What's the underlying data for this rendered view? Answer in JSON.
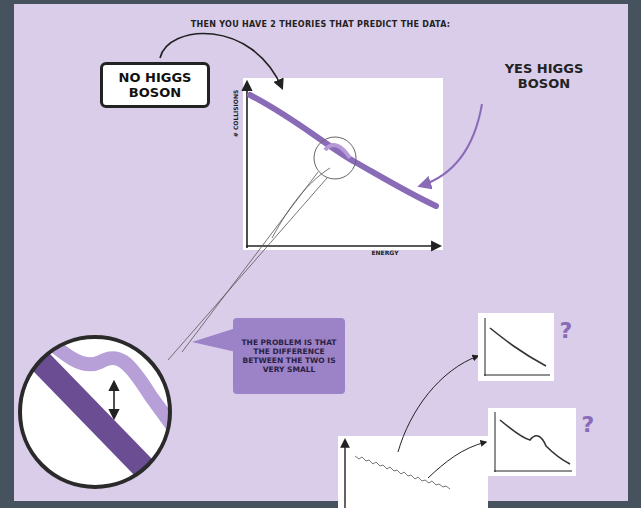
{
  "diagram": {
    "title": "THEN YOU HAVE 2 THEORIES THAT PREDICT THE DATA:",
    "nodes": [
      {
        "text": [
          "NO HIGGS BOSON"
        ]
      },
      {
        "text": [
          "THE PROBLEM IS THAT THE DIFFERENCE BETWEEN THE TWO IS VERY SMALL"
        ]
      }
    ],
    "labels": [
      "YES HIGGS BOSON",
      "# COLLISIONS",
      "ENERGY",
      "?",
      "?"
    ]
  }
}
